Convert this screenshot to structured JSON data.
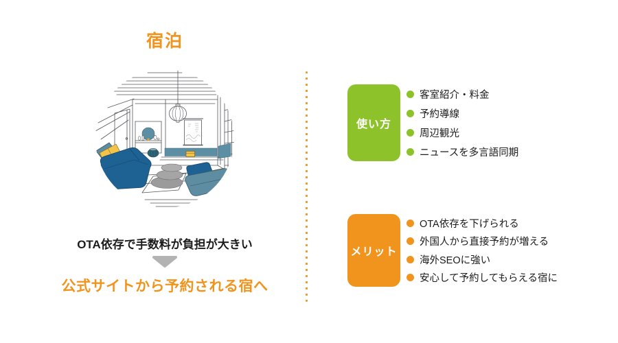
{
  "header": {
    "title": "宿泊",
    "title_color": "#F0941E"
  },
  "illustration": {
    "name": "japanese-guest-room-line-art",
    "colors": {
      "line": "#55565a",
      "navy_sofa": "#1E6193",
      "steel_sofa": "#5E8CA1",
      "teal_panel": "#5C8EA4",
      "yellow_cushion": "#F2C34B",
      "gray_cushions": "#A5A5A5",
      "pot": "#2E6474"
    }
  },
  "flow": {
    "problem": "OTA依存で手数料が負担が大きい",
    "arrow_color": "#B3B3B3",
    "solution": "公式サイトから予約される宿へ",
    "solution_color": "#F0941E"
  },
  "divider": {
    "style": "dotted-vertical",
    "color": "#ED9C2E"
  },
  "sections": [
    {
      "label": "使い方",
      "color": "#8DC22A",
      "items": [
        "客室紹介・料金",
        "予約導線",
        "周辺観光",
        "ニュースを多言語同期"
      ]
    },
    {
      "label": "メリット",
      "color": "#F0941E",
      "items": [
        "OTA依存を下げられる",
        "外国人から直接予約が増える",
        "海外SEOに強い",
        "安心して予約してもらえる宿に"
      ]
    }
  ]
}
